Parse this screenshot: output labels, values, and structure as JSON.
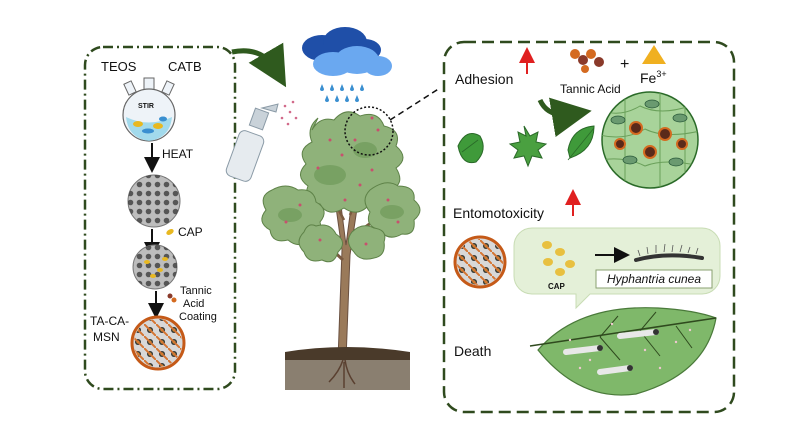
{
  "left_panel": {
    "reagent_1": "TEOS",
    "reagent_2": "CATB",
    "flask_label": "STIR",
    "step_heat": "HEAT",
    "step_cap": "CAP",
    "coating_line_1": "Tannic",
    "coating_line_2": "Acid",
    "coating_line_3": "Coating",
    "product_line_1": "TA-CA-",
    "product_line_2": "MSN"
  },
  "right_panel": {
    "adhesion": "Adhesion",
    "tannic_acid": "Tannic Acid",
    "plus": "+",
    "fe": "Fe",
    "fe_charge": "3+",
    "entomotoxicity": "Entomotoxicity",
    "cap_label": "CAP",
    "insect": "Hyphantria cunea",
    "death": "Death"
  },
  "colors": {
    "dashed_border": "#2f4a1e",
    "leaf_green": "#5aa04a",
    "tree_green": "#8fb27a",
    "red_arrow": "#e02020",
    "cap_yellow": "#e8b820",
    "particle_orange": "#e07a2a",
    "cloud_blue": "#2f6fd0"
  }
}
